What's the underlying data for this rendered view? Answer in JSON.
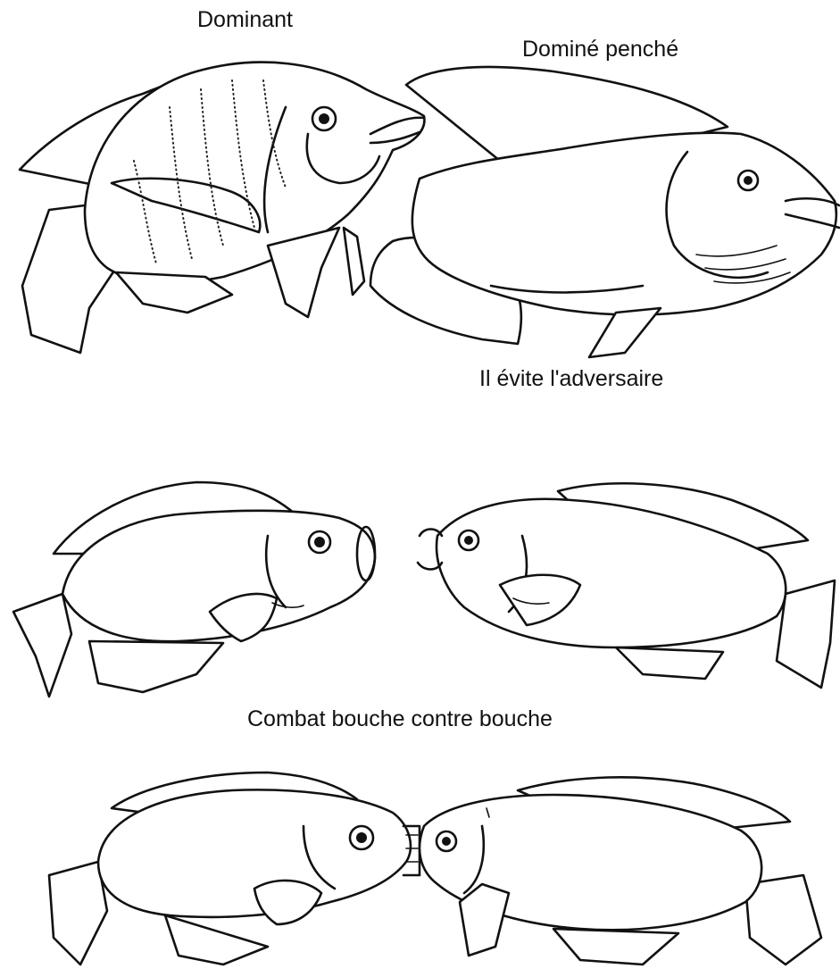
{
  "labels": {
    "dominant": "Dominant",
    "domine_penche": "Dominé penché",
    "evite_adversaire": "Il évite l'adversaire",
    "combat_bouche": "Combat bouche contre bouche"
  }
}
